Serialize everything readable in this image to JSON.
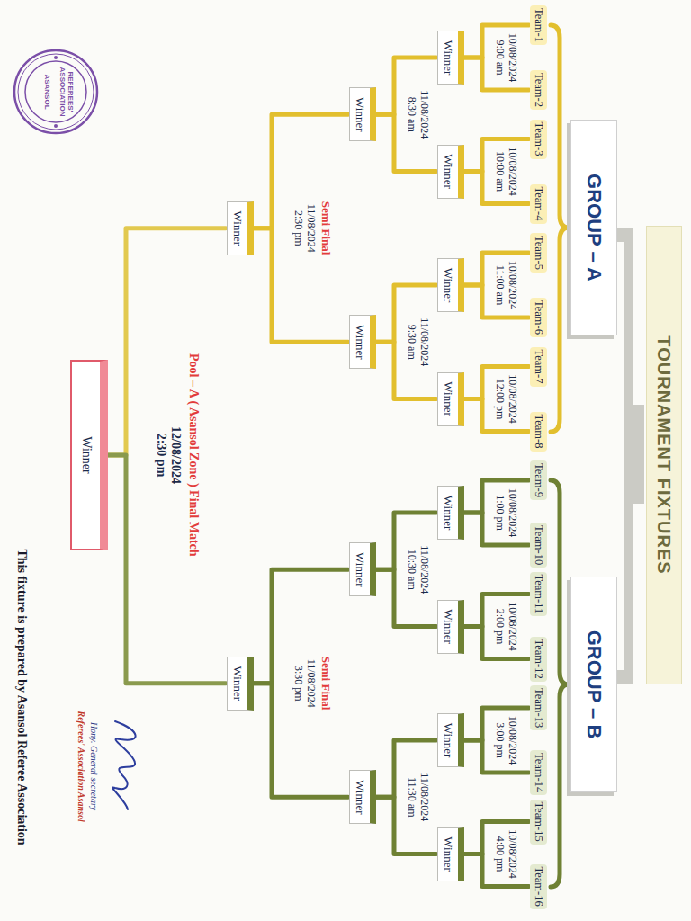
{
  "diagram": {
    "nodes": [
      {
        "text": [
          "TOURNAMENT FIXTURES"
        ]
      },
      {
        "text": [
          "GROUP – A"
        ]
      },
      {
        "text": [
          "GROUP – B"
        ]
      },
      {
        "text": [
          "Team-1"
        ]
      },
      {
        "text": [
          "Team-2"
        ]
      },
      {
        "text": [
          "Team-3"
        ]
      },
      {
        "text": [
          "Team-4"
        ]
      },
      {
        "text": [
          "Team-5"
        ]
      },
      {
        "text": [
          "Team-6"
        ]
      },
      {
        "text": [
          "Team-7"
        ]
      },
      {
        "text": [
          "Team-8"
        ]
      },
      {
        "text": [
          "Team-9"
        ]
      },
      {
        "text": [
          "Team-10"
        ]
      },
      {
        "text": [
          "Team-11"
        ]
      },
      {
        "text": [
          "Team-12"
        ]
      },
      {
        "text": [
          "Team-13"
        ]
      },
      {
        "text": [
          "Team-14"
        ]
      },
      {
        "text": [
          "Team-15"
        ]
      },
      {
        "text": [
          "Team-16"
        ]
      },
      {
        "text": [
          "Winner"
        ]
      },
      {
        "text": [
          "Winner"
        ]
      },
      {
        "text": [
          "Winner"
        ]
      },
      {
        "text": [
          "Winner"
        ]
      },
      {
        "text": [
          "Winner"
        ]
      },
      {
        "text": [
          "Winner"
        ]
      },
      {
        "text": [
          "Winner"
        ]
      },
      {
        "text": [
          "Winner"
        ]
      },
      {
        "text": [
          "Winner"
        ]
      },
      {
        "text": [
          "Winner"
        ]
      },
      {
        "text": [
          "Winner"
        ]
      },
      {
        "text": [
          "Winner"
        ]
      },
      {
        "text": [
          "Winner"
        ]
      },
      {
        "text": [
          "Winner"
        ]
      },
      {
        "text": [
          "Winner"
        ]
      }
    ],
    "edges": [
      {
        "from": 3,
        "to": 19,
        "arrow": "none"
      },
      {
        "from": 4,
        "to": 19,
        "arrow": "none"
      },
      {
        "from": 5,
        "to": 20,
        "arrow": "none"
      },
      {
        "from": 6,
        "to": 20,
        "arrow": "none"
      },
      {
        "from": 7,
        "to": 21,
        "arrow": "none"
      },
      {
        "from": 8,
        "to": 21,
        "arrow": "none"
      },
      {
        "from": 9,
        "to": 22,
        "arrow": "none"
      },
      {
        "from": 10,
        "to": 22,
        "arrow": "none"
      },
      {
        "from": 11,
        "to": 23,
        "arrow": "none"
      },
      {
        "from": 12,
        "to": 23,
        "arrow": "none"
      },
      {
        "from": 13,
        "to": 24,
        "arrow": "none"
      },
      {
        "from": 14,
        "to": 24,
        "arrow": "none"
      },
      {
        "from": 15,
        "to": 25,
        "arrow": "none"
      },
      {
        "from": 16,
        "to": 25,
        "arrow": "none"
      },
      {
        "from": 17,
        "to": 26,
        "arrow": "none"
      },
      {
        "from": 18,
        "to": 26,
        "arrow": "none"
      },
      {
        "from": 19,
        "to": 27,
        "arrow": "none"
      },
      {
        "from": 20,
        "to": 27,
        "arrow": "none"
      },
      {
        "from": 21,
        "to": 28,
        "arrow": "none"
      },
      {
        "from": 22,
        "to": 28,
        "arrow": "none"
      },
      {
        "from": 23,
        "to": 29,
        "arrow": "none"
      },
      {
        "from": 24,
        "to": 29,
        "arrow": "none"
      },
      {
        "from": 25,
        "to": 30,
        "arrow": "none"
      },
      {
        "from": 26,
        "to": 30,
        "arrow": "none"
      },
      {
        "from": 27,
        "to": 31,
        "arrow": "none"
      },
      {
        "from": 28,
        "to": 31,
        "arrow": "none"
      },
      {
        "from": 29,
        "to": 32,
        "arrow": "none"
      },
      {
        "from": 30,
        "to": 32,
        "arrow": "none"
      },
      {
        "from": 31,
        "to": 33,
        "arrow": "none"
      },
      {
        "from": 32,
        "to": 33,
        "arrow": "none"
      }
    ],
    "labels": [
      "10/08/2024 9:00 am",
      "10/08/2024 10:00 am",
      "10/08/2024 11:00 am",
      "10/08/2024 12:00 pm",
      "10/08/2024 1:00 pm",
      "10/08/2024 2:00 pm",
      "10/08/2024 3:00 pm",
      "10/08/2024 4:00 pm",
      "11/08/2024 8:30 am",
      "11/08/2024 9:30 am",
      "11/08/2024 10:30 am",
      "11/08/2024 11:30 am",
      "Semi Final",
      "11/08/2024 2:30 pm",
      "Semi Final",
      "11/08/2024 3:30 pm",
      "Pool – A ( Asansol Zone ) Final Match",
      "12/08/2024 2:30 pm",
      "This fixture is prepared by Asansol Referee Association",
      "Hony. General secretary",
      "Referees' Association Asansol",
      "REFEREES' ASSOCIATION",
      "ASANSOL"
    ]
  }
}
